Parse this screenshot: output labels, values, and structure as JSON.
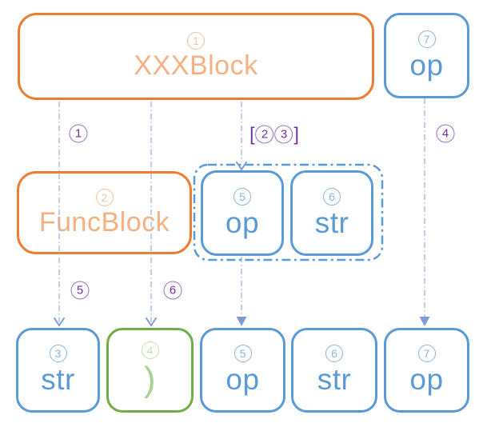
{
  "diagram": {
    "boxes": [
      {
        "num": "1",
        "label": "XXXBlock",
        "theme": "orange"
      },
      {
        "num": "7",
        "label": "op",
        "theme": "blue"
      },
      {
        "num": "2",
        "label": "FuncBlock",
        "theme": "orange"
      },
      {
        "num": "5",
        "label": "op",
        "theme": "blue"
      },
      {
        "num": "6",
        "label": "str",
        "theme": "blue"
      },
      {
        "num": "3",
        "label": "str",
        "theme": "blue"
      },
      {
        "num": "4",
        "label": ")",
        "theme": "green"
      },
      {
        "num": "5",
        "label": "op",
        "theme": "blue"
      },
      {
        "num": "6",
        "label": "str",
        "theme": "blue"
      },
      {
        "num": "7",
        "label": "op",
        "theme": "blue"
      }
    ],
    "edge_labels": {
      "e1": {
        "digit": "1"
      },
      "e23": {
        "open": "[",
        "first": "2",
        "second": "3",
        "close": "]"
      },
      "e4": {
        "digit": "4"
      },
      "e5": {
        "digit": "5"
      },
      "e6": {
        "digit": "6"
      }
    },
    "colors": {
      "orange_border": "#ED7D31",
      "orange_text": "#F4B183",
      "blue_border": "#5B9BD5",
      "blue_text": "#5B9BD5",
      "green_border": "#70AD47",
      "green_text": "#A9D18E",
      "purple_label": "#7030A0",
      "connector_line": "#A6B9E3"
    }
  }
}
